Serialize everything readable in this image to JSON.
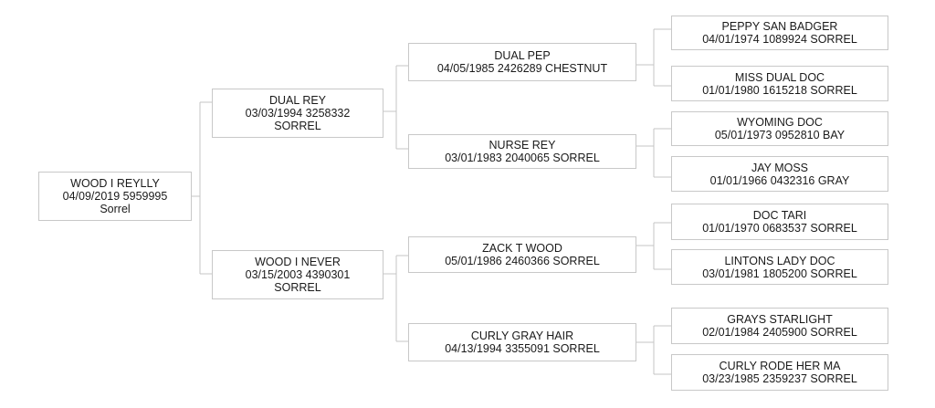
{
  "pedigree": [
    {
      "name": "WOOD I REYLLY",
      "info": "04/09/2019 5959995",
      "color": "Sorrel"
    },
    {
      "name": "DUAL REY",
      "info": "03/03/1994 3258332",
      "color": "SORREL"
    },
    {
      "name": "WOOD I NEVER",
      "info": "03/15/2003 4390301",
      "color": "SORREL"
    },
    {
      "name": "DUAL PEP",
      "info": "04/05/1985 2426289 CHESTNUT",
      "color": ""
    },
    {
      "name": "NURSE REY",
      "info": "03/01/1983 2040065 SORREL",
      "color": ""
    },
    {
      "name": "ZACK T WOOD",
      "info": "05/01/1986 2460366 SORREL",
      "color": ""
    },
    {
      "name": "CURLY GRAY HAIR",
      "info": "04/13/1994 3355091 SORREL",
      "color": ""
    },
    {
      "name": "PEPPY SAN BADGER",
      "info": "04/01/1974 1089924 SORREL",
      "color": ""
    },
    {
      "name": "MISS DUAL DOC",
      "info": "01/01/1980 1615218 SORREL",
      "color": ""
    },
    {
      "name": "WYOMING DOC",
      "info": "05/01/1973 0952810 BAY",
      "color": ""
    },
    {
      "name": "JAY MOSS",
      "info": "01/01/1966 0432316 GRAY",
      "color": ""
    },
    {
      "name": "DOC TARI",
      "info": "01/01/1970 0683537 SORREL",
      "color": ""
    },
    {
      "name": "LINTONS LADY DOC",
      "info": "03/01/1981 1805200 SORREL",
      "color": ""
    },
    {
      "name": "GRAYS STARLIGHT",
      "info": "02/01/1984 2405900 SORREL",
      "color": ""
    },
    {
      "name": "CURLY RODE HER MA",
      "info": "03/23/1985 2359237 SORREL",
      "color": ""
    }
  ]
}
